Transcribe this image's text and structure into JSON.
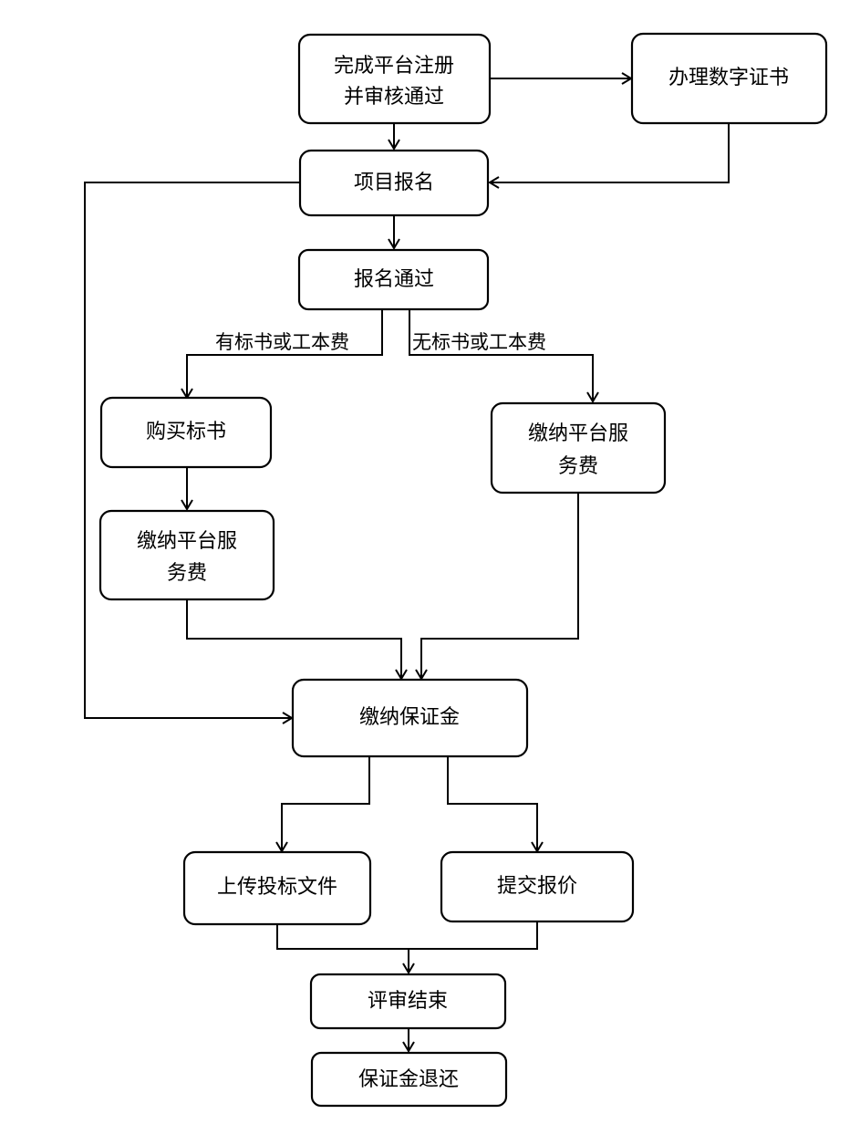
{
  "nodes": {
    "register": {
      "lines": [
        "完成平台注册",
        "并审核通过"
      ]
    },
    "cert": {
      "lines": [
        "办理数字证书"
      ]
    },
    "signup": {
      "lines": [
        "项目报名"
      ]
    },
    "approved": {
      "lines": [
        "报名通过"
      ]
    },
    "buy": {
      "lines": [
        "购买标书"
      ]
    },
    "fee_left": {
      "lines": [
        "缴纳平台服",
        "务费"
      ]
    },
    "fee_right": {
      "lines": [
        "缴纳平台服",
        "务费"
      ]
    },
    "deposit": {
      "lines": [
        "缴纳保证金"
      ]
    },
    "upload": {
      "lines": [
        "上传投标文件"
      ]
    },
    "quote": {
      "lines": [
        "提交报价"
      ]
    },
    "review": {
      "lines": [
        "评审结束"
      ]
    },
    "refund": {
      "lines": [
        "保证金退还"
      ]
    }
  },
  "edge_labels": {
    "with_fee": "有标书或工本费",
    "without_fee": "无标书或工本费"
  }
}
